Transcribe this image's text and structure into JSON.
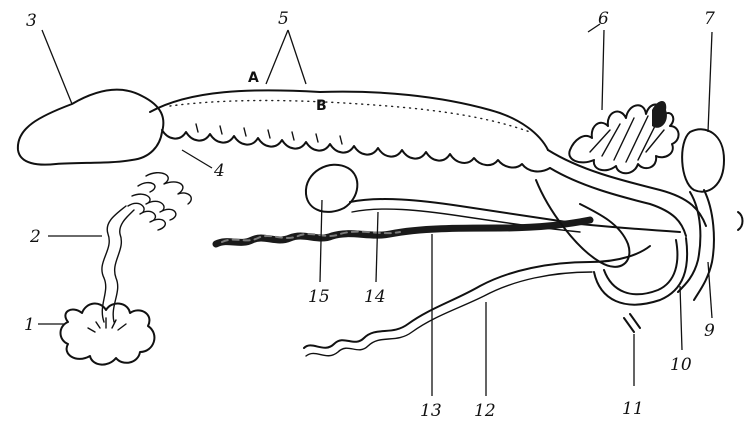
{
  "labels": {
    "n1": "1",
    "n2": "2",
    "n3": "3",
    "n4": "4",
    "n5": "5",
    "n6": "6",
    "n7": "7",
    "n9": "9",
    "n10": "10",
    "n11": "11",
    "n12": "12",
    "n13": "13",
    "n14": "14",
    "n15": "15",
    "a": "A",
    "b": "B"
  }
}
